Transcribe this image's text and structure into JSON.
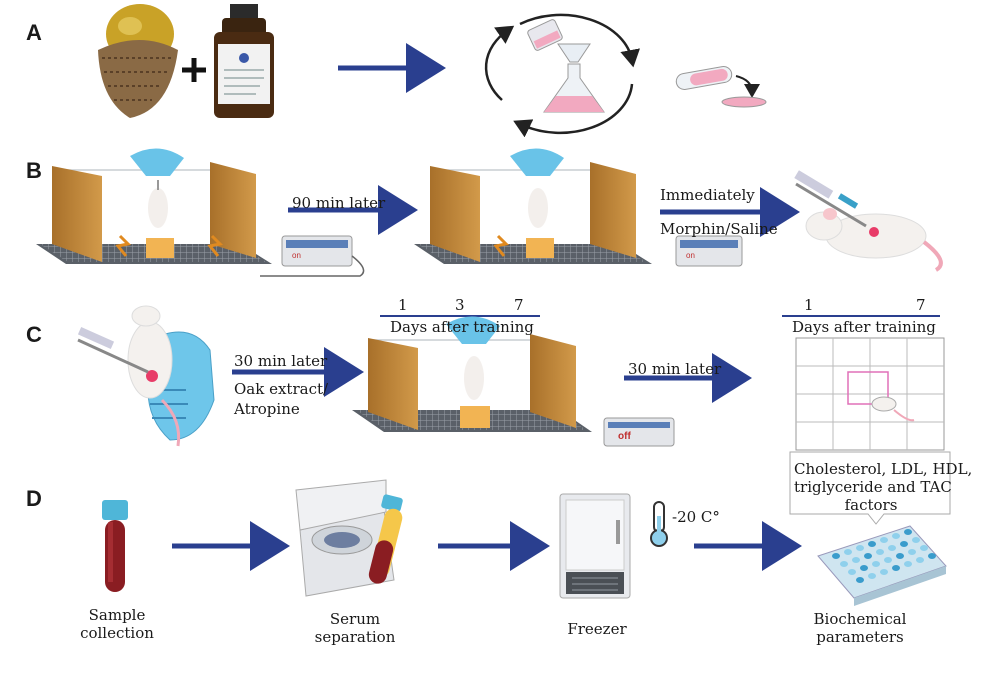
{
  "colors": {
    "arrow": "#2a3f8f",
    "panel_wood": "#c08a3c",
    "grid_floor": "#4a4f55",
    "tube_blood": "#8a1d22",
    "tube_cap": "#4fb6d8",
    "flask_liquid": "#f2a9c0",
    "light_blue": "#8fd0ec"
  },
  "panels": {
    "A": {
      "letter": "A"
    },
    "B": {
      "letter": "B",
      "arrow1_label": "90 min later",
      "arrow2_label_top": "Immediately",
      "arrow2_label_bottom": "Morphin/Saline"
    },
    "C": {
      "letter": "C",
      "arrow1_label_top": "30 min later",
      "arrow1_label_bottom_1": "Oak extract/",
      "arrow1_label_bottom_2": "Atropine",
      "timeline1_days": [
        "1",
        "3",
        "7"
      ],
      "timeline1_label": "Days after training",
      "arrow2_label": "30 min later",
      "timeline2_days": [
        "1",
        "7"
      ],
      "timeline2_label": "Days after training"
    },
    "D": {
      "letter": "D",
      "temperature": "-20 C°",
      "factors_line1": "Cholesterol, LDL, HDL,",
      "factors_line2": "triglyceride and TAC",
      "factors_line3": "factors",
      "steps": [
        {
          "line1": "Sample",
          "line2": "collection"
        },
        {
          "line1": "Serum",
          "line2": "separation"
        },
        {
          "line1": "Freezer",
          "line2": ""
        },
        {
          "line1": "Biochemical",
          "line2": "parameters"
        }
      ]
    }
  },
  "shock_device_label": "on",
  "shock_device_label_c": "off"
}
